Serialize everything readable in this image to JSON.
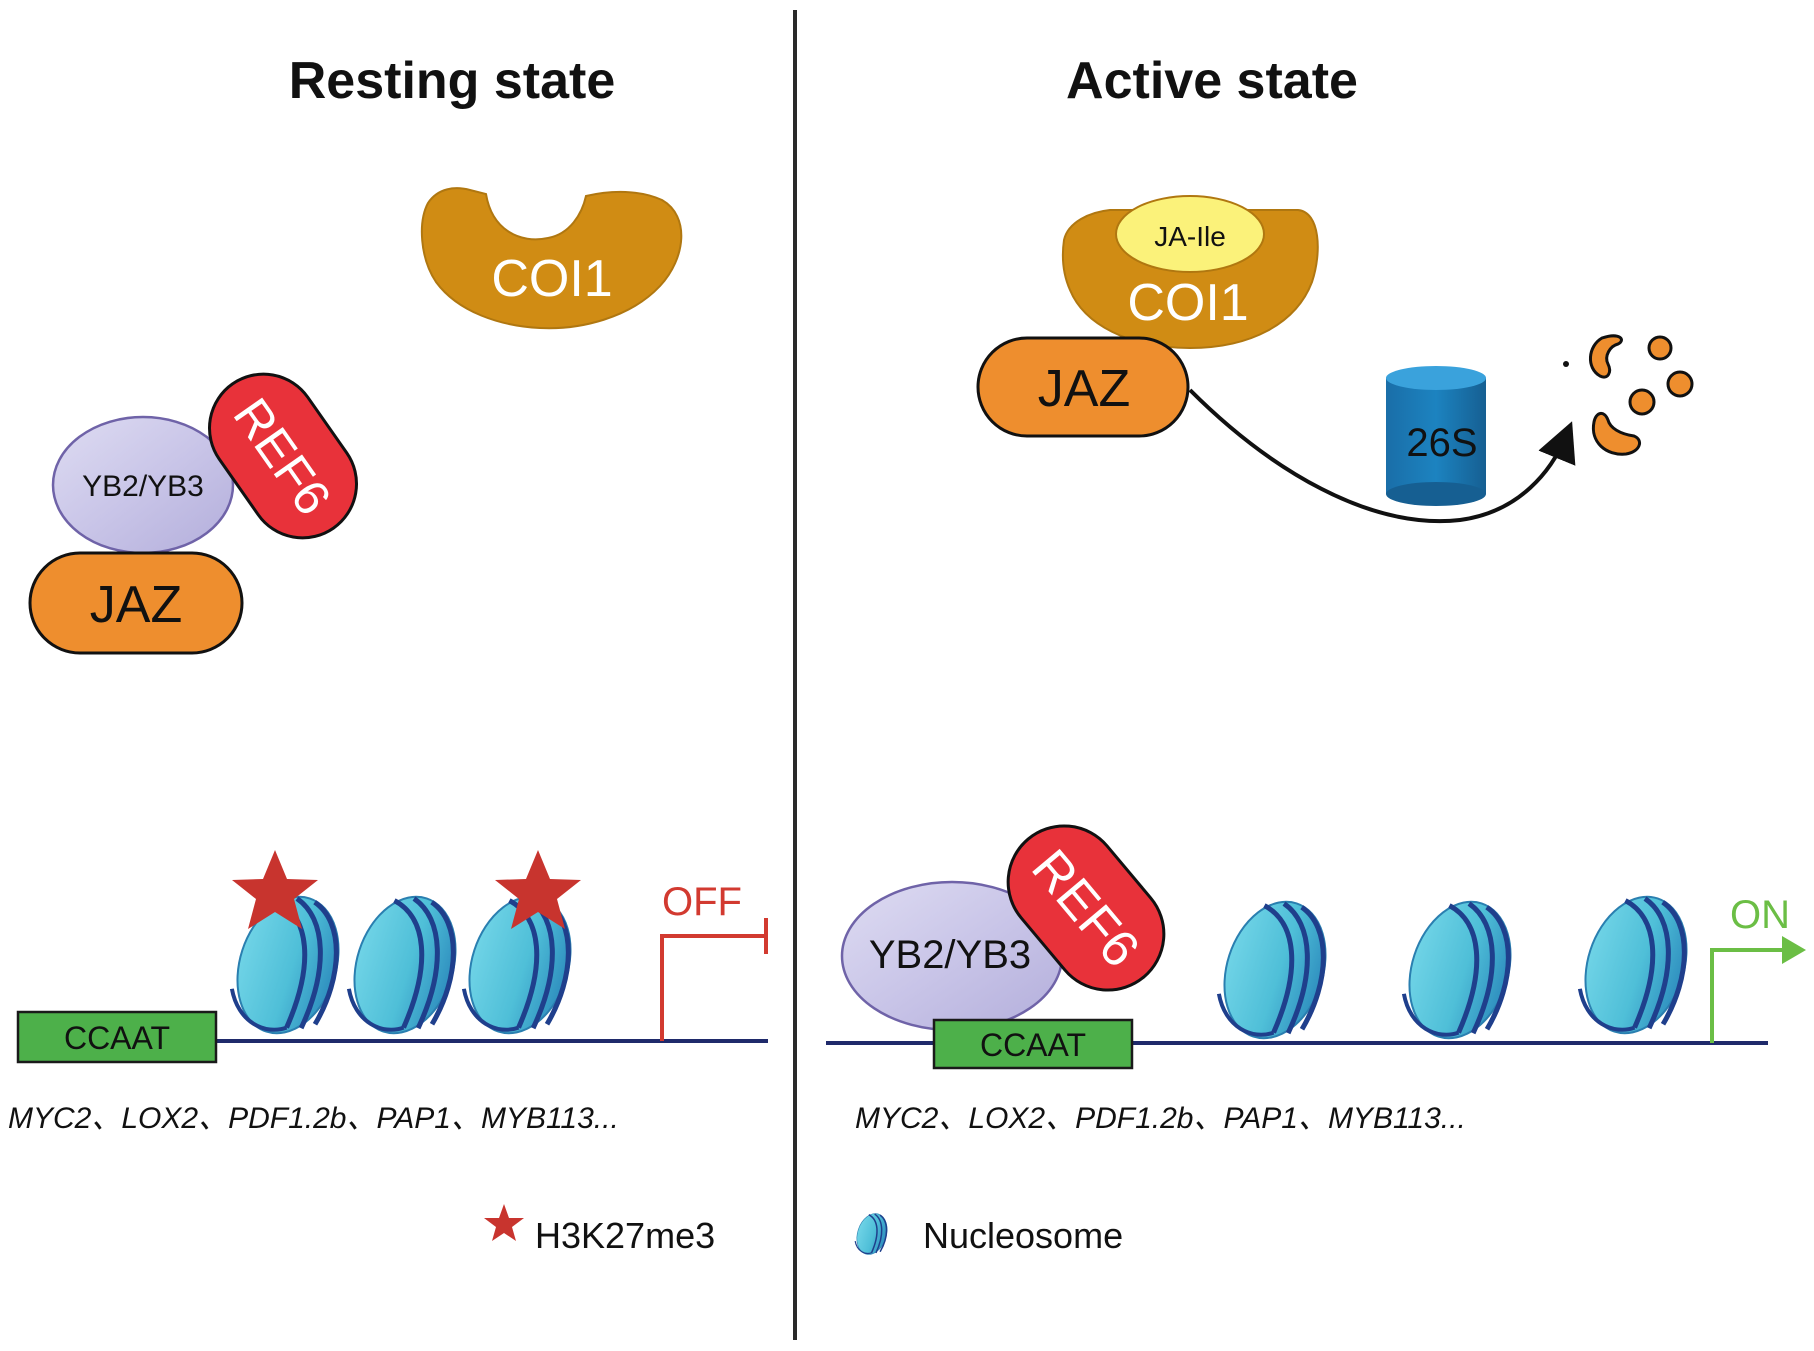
{
  "panels": {
    "resting": {
      "title": "Resting state",
      "coi1": "COI1",
      "yb": "YB2/YB3",
      "ref6": "REF6",
      "jaz": "JAZ",
      "ccaat": "CCAAT",
      "switch": "OFF",
      "genes": "MYC2、LOX2、PDF1.2b、PAP1、MYB113..."
    },
    "active": {
      "title": "Active state",
      "ja_ile": "JA-Ile",
      "coi1": "COI1",
      "jaz": "JAZ",
      "proteasome": "26S",
      "yb": "YB2/YB3",
      "ref6": "REF6",
      "ccaat": "CCAAT",
      "switch": "ON",
      "genes": "MYC2、LOX2、PDF1.2b、PAP1、MYB113..."
    }
  },
  "legend": {
    "h3k27me3": "H3K27me3",
    "nucleosome": "Nucleosome"
  },
  "colors": {
    "coi1": "#D08C14",
    "jaz": "#EE8E2E",
    "ref6": "#E8323A",
    "yb": "#C7C3E6",
    "ja_ile": "#FBF27A",
    "ccaat": "#4DB04A",
    "nucleosome": "#5BC9DE",
    "dna_wrap": "#1F3F8C",
    "star": "#C8342E",
    "off": "#D23A30",
    "on": "#6BBE45",
    "proteasome": "#1B79B5"
  }
}
